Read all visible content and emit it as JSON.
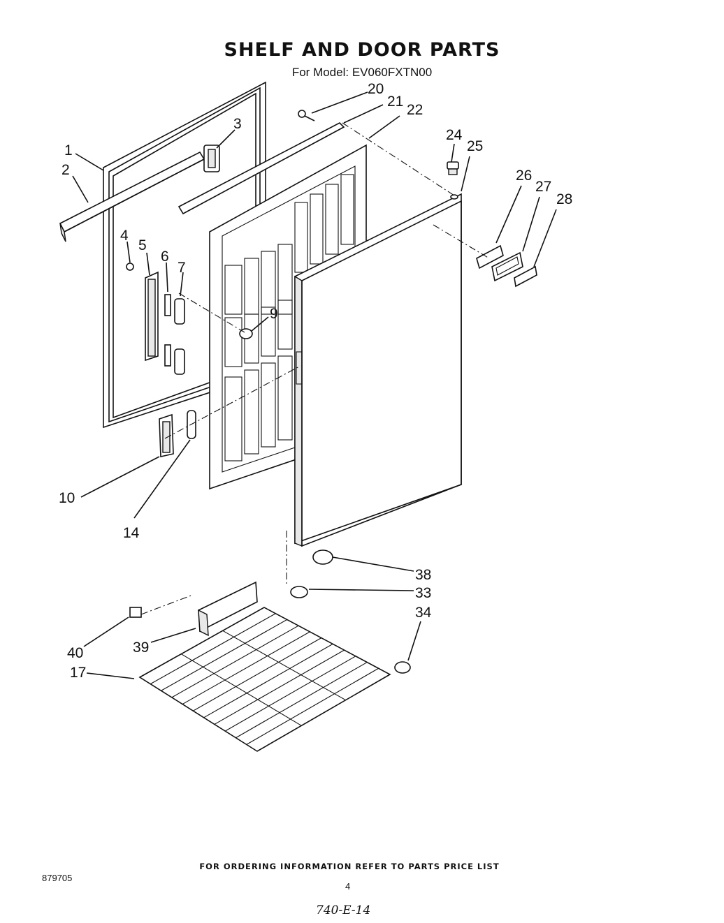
{
  "header": {
    "title": "SHELF AND DOOR PARTS",
    "model": "For Model: EV060FXTN00"
  },
  "callouts": [
    "1",
    "2",
    "3",
    "4",
    "5",
    "6",
    "7",
    "9",
    "10",
    "14",
    "17",
    "20",
    "21",
    "22",
    "24",
    "25",
    "26",
    "27",
    "28",
    "33",
    "34",
    "38",
    "39",
    "40"
  ],
  "footer": {
    "ordering_note": "FOR ORDERING INFORMATION REFER TO PARTS PRICE LIST",
    "document_number": "879705",
    "page_number": "4",
    "handwritten_note": "740-E-14"
  }
}
